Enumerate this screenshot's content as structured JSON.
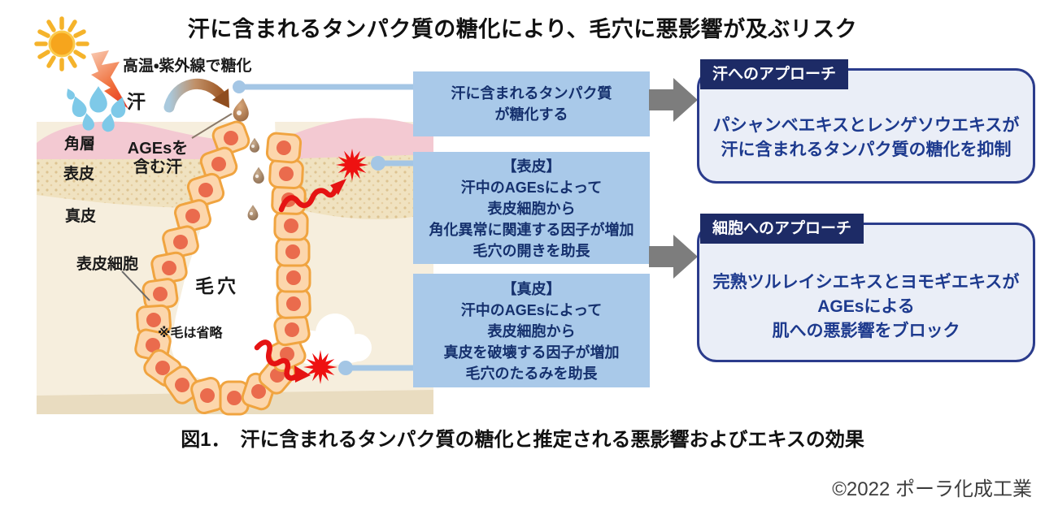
{
  "title": "汗に含まれるタンパク質の糖化により、毛穴に悪影響が及ぶリスク",
  "figure_caption": "図1．　汗に含まれるタンパク質の糖化と推定される悪影響およびエキスの効果",
  "copyright": "©2022 ポーラ化成工業",
  "skin_diagram": {
    "glycation_cause_label": "高温・紫外線で糖化",
    "sweat_label": "汗",
    "ages_sweat_label_line1": "AGEsを",
    "ages_sweat_label_line2": "含む汗",
    "stratum_corneum_label": "角層",
    "epidermis_label": "表皮",
    "dermis_label": "真皮",
    "epidermal_cell_label": "表皮細胞",
    "pore_label": "毛穴",
    "hair_omitted_note": "※毛は省略"
  },
  "process_boxes": [
    {
      "lines": [
        "汗に含まれるタンパク質",
        "が糖化する"
      ]
    },
    {
      "lines": [
        "【表皮】",
        "汗中のAGEsによって",
        "表皮細胞から",
        "角化異常に関連する因子が増加",
        "毛穴の開きを助長"
      ]
    },
    {
      "lines": [
        "【真皮】",
        "汗中のAGEsによって",
        "表皮細胞から",
        "真皮を破壊する因子が増加",
        "毛穴のたるみを助長"
      ]
    }
  ],
  "approach_boxes": [
    {
      "tag": "汗へのアプローチ",
      "lines": [
        "パシャンベエキスとレンゲソウエキスが",
        "汗に含まれるタンパク質の糖化を抑制"
      ]
    },
    {
      "tag": "細胞へのアプローチ",
      "lines": [
        "完熟ツルレイシエキスとヨモギエキスが",
        "AGEsによる",
        "肌への悪影響をブロック"
      ]
    }
  ],
  "icons": {
    "sun-icon": "sun with rays",
    "uv-lightning-icon": "red-orange lightning bolt (heat/UV)",
    "sweat-splash-icon": "light blue sweat droplets",
    "glycation-arrow-icon": "curved arrow turning from blue to brown",
    "glycated-sweat-drop-icon": "brown glycated sweat drop",
    "ages-drop-icon": "small brown AGEs sweat drops falling into pore",
    "damage-burst-icon": "red star burst (damage)",
    "damage-signal-arrow-icon": "red wavy arrow from cell to burst",
    "arrow-right-icon": "grey thick arrow pointing right",
    "connector-dot": "blue dot with callout line"
  },
  "colors": {
    "navy_tag": "#1d2b66",
    "navy_text": "#1d3a8e",
    "process_box_blue": "#a9c9e9",
    "approach_box_fill": "#eaeef7",
    "approach_box_border": "#2b3c8c",
    "stratum_pink": "#f3c9d2",
    "epidermis_speckle": "#f0e2c0",
    "dermis_cream": "#f6eedd",
    "cell_fill": "#fcd6ac",
    "cell_border": "#f0a440",
    "nucleus": "#ea6b4d",
    "sweat_blue": "#7ec9e8",
    "damage_red": "#e51313",
    "grey_arrow": "#7d7d7d",
    "connector_blue": "#a4c6e5"
  }
}
